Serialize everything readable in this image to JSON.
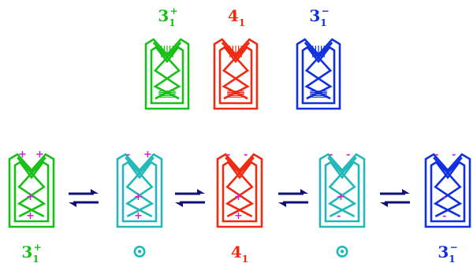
{
  "colors": {
    "green": "#16c016",
    "red": "#ee2a10",
    "blue": "#1030e0",
    "teal": "#20b8b8",
    "magenta": "#d020d0",
    "arrow": "#10107a"
  },
  "top_row": [
    {
      "label_main": "3",
      "label_sub": "1",
      "label_sup": "+",
      "color": "green"
    },
    {
      "label_main": "4",
      "label_sub": "1",
      "label_sup": "",
      "color": "red"
    },
    {
      "label_main": "3",
      "label_sub": "1",
      "label_sup": "−",
      "color": "blue"
    }
  ],
  "bottom_row": [
    {
      "label_main": "3",
      "label_sub": "1",
      "label_sup": "+",
      "color": "green",
      "signs": [
        "+",
        "+",
        "+",
        "+"
      ]
    },
    {
      "label_symbol": "⊙",
      "color": "teal",
      "signs": [
        "-",
        "+",
        "+",
        "+"
      ]
    },
    {
      "label_main": "4",
      "label_sub": "1",
      "label_sup": "",
      "color": "red",
      "signs": [
        "-",
        "-",
        "+",
        "+"
      ]
    },
    {
      "label_symbol": "⊙",
      "color": "teal",
      "signs": [
        "-",
        "-",
        "+",
        "-"
      ]
    },
    {
      "label_main": "3",
      "label_sub": "1",
      "label_sup": "−",
      "color": "blue",
      "signs": [
        "-",
        "-",
        "-",
        "-"
      ]
    }
  ],
  "arrows": [
    {
      "label": "equilibrium-arrow-1"
    },
    {
      "label": "equilibrium-arrow-2"
    },
    {
      "label": "equilibrium-arrow-3"
    },
    {
      "label": "equilibrium-arrow-4"
    }
  ]
}
